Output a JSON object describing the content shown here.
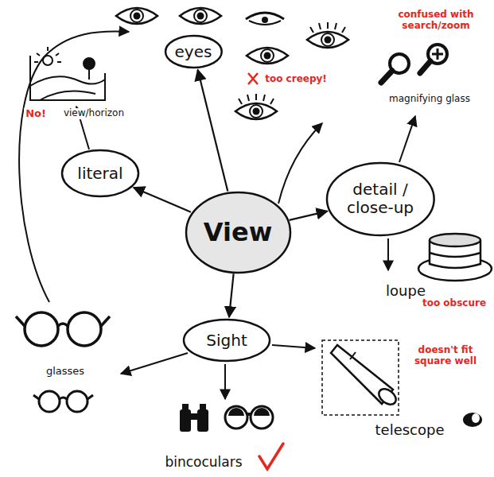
{
  "diagram": {
    "nodes": [
      {
        "text": [
          "eyes"
        ]
      },
      {
        "text": [
          "literal"
        ]
      },
      {
        "text": [
          "detail / close-up"
        ]
      },
      {
        "text": [
          "View"
        ]
      },
      {
        "text": [
          "Sight"
        ]
      }
    ],
    "edges": [
      {
        "from": 3,
        "to": 0,
        "arrow": "to"
      },
      {
        "from": 3,
        "to": 1,
        "arrow": "to"
      },
      {
        "from": 3,
        "to": 2,
        "arrow": "to"
      },
      {
        "from": 3,
        "to": 4,
        "arrow": "to"
      }
    ],
    "labels": [
      "No!",
      "view/horizon",
      "too creepy!",
      "confused with search/zoom",
      "magnifying glass",
      "loupe",
      "too obscure",
      "doesn't fit square well",
      "glasses",
      "telescope",
      "bincoculars"
    ]
  }
}
